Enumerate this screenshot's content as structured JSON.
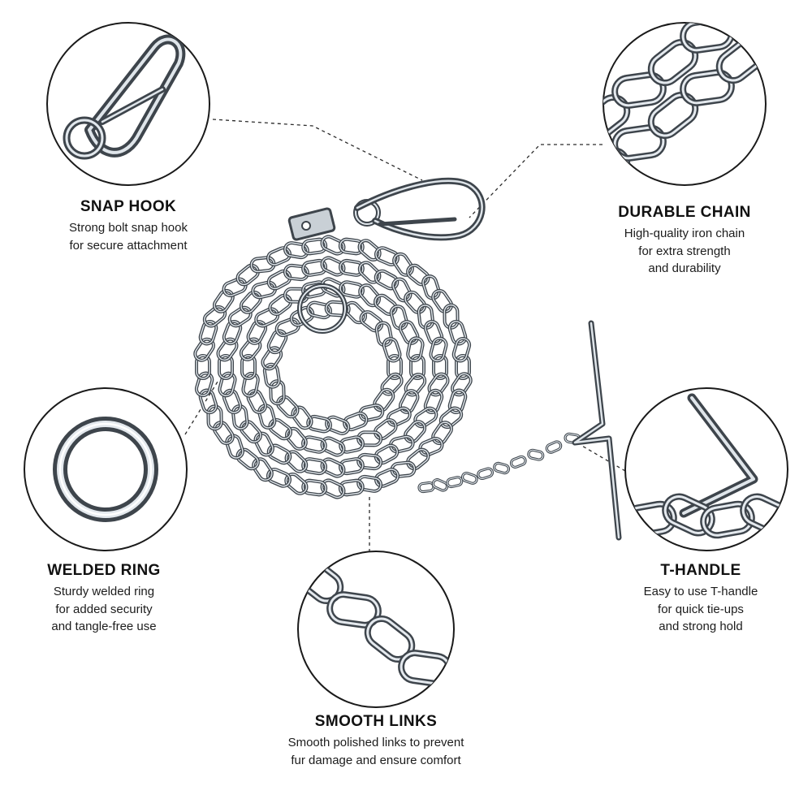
{
  "colors": {
    "text": "#111111",
    "metal_dark": "#3e454c",
    "metal_light": "#dfe5ea",
    "background": "#ffffff"
  },
  "features": {
    "snap_hook": {
      "title": "SNAP HOOK",
      "description": [
        "Strong bolt snap hook",
        "for secure attachment"
      ],
      "icon": "snap-hook-icon"
    },
    "durable_chain": {
      "title": "DURABLE CHAIN",
      "description": [
        "High-quality iron chain",
        "for extra strength",
        "and durability"
      ],
      "icon": "chain-links-icon"
    },
    "welded_ring": {
      "title": "WELDED RING",
      "description": [
        "Sturdy welded ring",
        "for added security",
        "and tangle-free use"
      ],
      "icon": "welded-ring-icon"
    },
    "t_handle": {
      "title": "T-HANDLE",
      "description": [
        "Easy to use T-handle",
        "for quick tie-ups",
        "and strong hold"
      ],
      "icon": "t-handle-icon"
    },
    "smooth_links": {
      "title": "SMOOTH LINKS",
      "description": [
        "Smooth polished links to prevent",
        "fur damage and ensure comfort"
      ],
      "icon": "chain-links-icon"
    }
  }
}
